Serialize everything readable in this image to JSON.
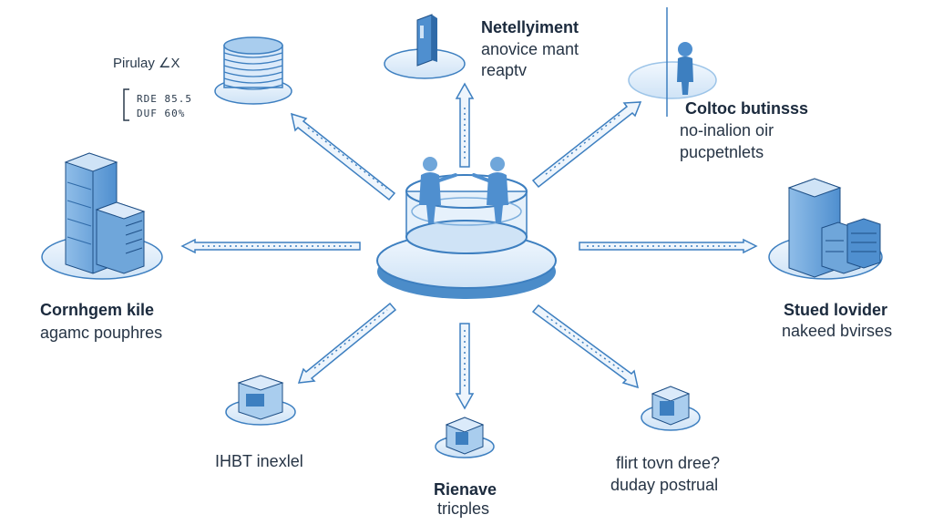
{
  "top_left": {
    "title": "Pirulay ∠X",
    "line1": "RDE 85.5",
    "line2": "DUF 60%"
  },
  "top_center": {
    "line1": "Netellyiment",
    "line2": "anovice mant",
    "line3": "reaptv"
  },
  "top_right": {
    "line1": "Coltoc butinsss",
    "line2": "no-inalion oir",
    "line3": "pucpetnlets"
  },
  "mid_left": {
    "line1": "Cornhgem kile",
    "line2": "agamc pouphres"
  },
  "mid_right": {
    "line1": "Stued lovider",
    "line2": "nakeed bvirses"
  },
  "bottom_left": {
    "line1": "IHBT inexlel"
  },
  "bottom_center": {
    "line1": "Rienave",
    "line2": "tricples"
  },
  "bottom_right": {
    "line1": "flirt tovn dree?",
    "line2": "duday postrual"
  },
  "colors": {
    "accent": "#3d7fc0",
    "light": "#dcebf8",
    "mid": "#a9cdee",
    "dark": "#1e4f86"
  }
}
